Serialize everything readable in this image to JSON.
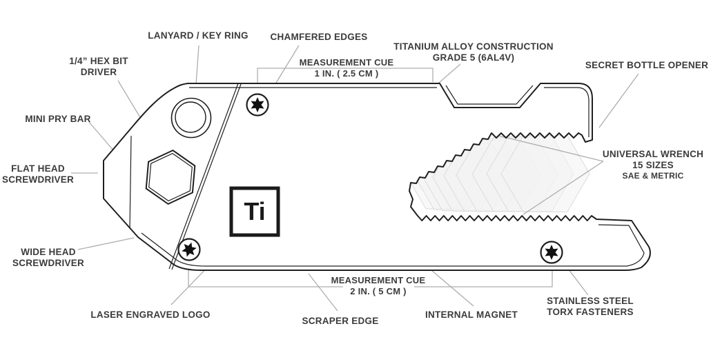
{
  "diagram_title": "titanium pocket multi-tool feature callouts",
  "colors": {
    "background": "#ffffff",
    "outline": "#1e1e1e",
    "leader_line": "#adadad",
    "label_text": "#3b3b3b",
    "ghost_hex_fill": "#f2f2f2",
    "ghost_hex_stroke": "#dcdcdc",
    "fastener_fill": "#111111"
  },
  "logo": {
    "text": "Ti"
  },
  "labels": {
    "lanyard": {
      "line1": "LANYARD / KEY RING"
    },
    "chamfered": {
      "line1": "CHAMFERED EDGES"
    },
    "cue_top": {
      "line1": "MEASUREMENT CUE",
      "line2": "1 IN. ( 2.5 CM )"
    },
    "titanium": {
      "line1": "TITANIUM ALLOY CONSTRUCTION",
      "line2": "GRADE 5 (6AL4V)"
    },
    "bottle": {
      "line1": "SECRET BOTTLE OPENER"
    },
    "wrench": {
      "line1": "UNIVERSAL WRENCH",
      "line2": "15 SIZES",
      "line3": "SAE & METRIC"
    },
    "pry": {
      "line1": "MINI PRY BAR"
    },
    "hex_bit": {
      "line1": "1/4” HEX BIT",
      "line2": "DRIVER"
    },
    "flat_head": {
      "line1": "FLAT HEAD",
      "line2": "SCREWDRIVER"
    },
    "wide_head": {
      "line1": "WIDE HEAD",
      "line2": "SCREWDRIVER"
    },
    "laser": {
      "line1": "LASER ENGRAVED LOGO"
    },
    "scraper": {
      "line1": "SCRAPER EDGE"
    },
    "magnet": {
      "line1": "INTERNAL MAGNET"
    },
    "torx": {
      "line1": "STAINLESS STEEL",
      "line2": "TORX FASTENERS"
    },
    "cue_bottom": {
      "line1": "MEASUREMENT CUE",
      "line2": "2 IN. ( 5 CM )"
    }
  }
}
